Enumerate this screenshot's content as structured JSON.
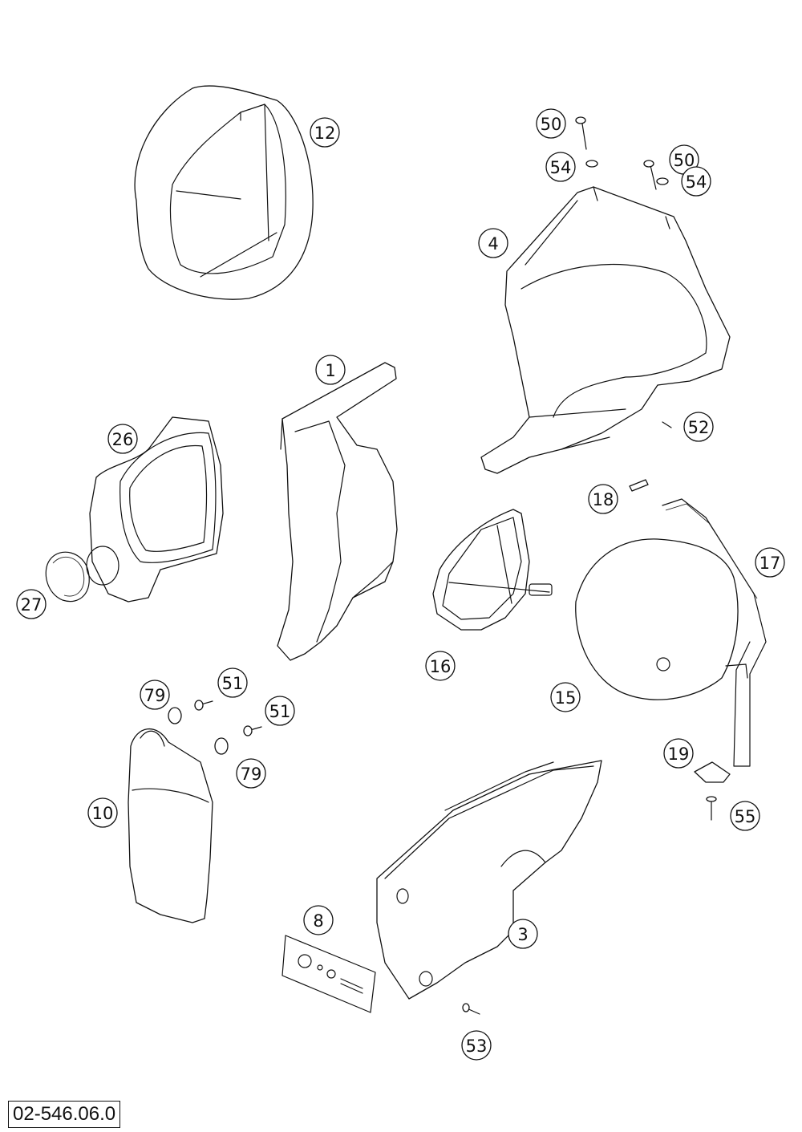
{
  "diagram": {
    "document_id": "02-546.06.0",
    "callouts": [
      "1",
      "3",
      "4",
      "8",
      "10",
      "12",
      "15",
      "16",
      "17",
      "18",
      "19",
      "26",
      "27",
      "50",
      "50",
      "51",
      "51",
      "52",
      "53",
      "54",
      "54",
      "55",
      "79",
      "79"
    ]
  }
}
